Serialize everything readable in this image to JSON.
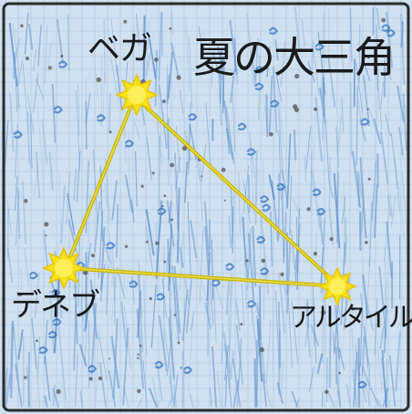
{
  "title": "夏の大三角",
  "stars": [
    {
      "id": "vega",
      "label": "ベガ"
    },
    {
      "id": "deneb",
      "label": "デネブ"
    },
    {
      "id": "altair",
      "label": "アルタイル"
    }
  ],
  "colors": {
    "paper": "#c9ddef",
    "grid": "#8fb3d6",
    "sky_stroke": "#6d9bd0",
    "star_fill": "#f6e21a",
    "star_edge": "#e8c400",
    "triangle_line": "#c9b400",
    "speck": "#555555",
    "ink": "#1a1a1a"
  }
}
